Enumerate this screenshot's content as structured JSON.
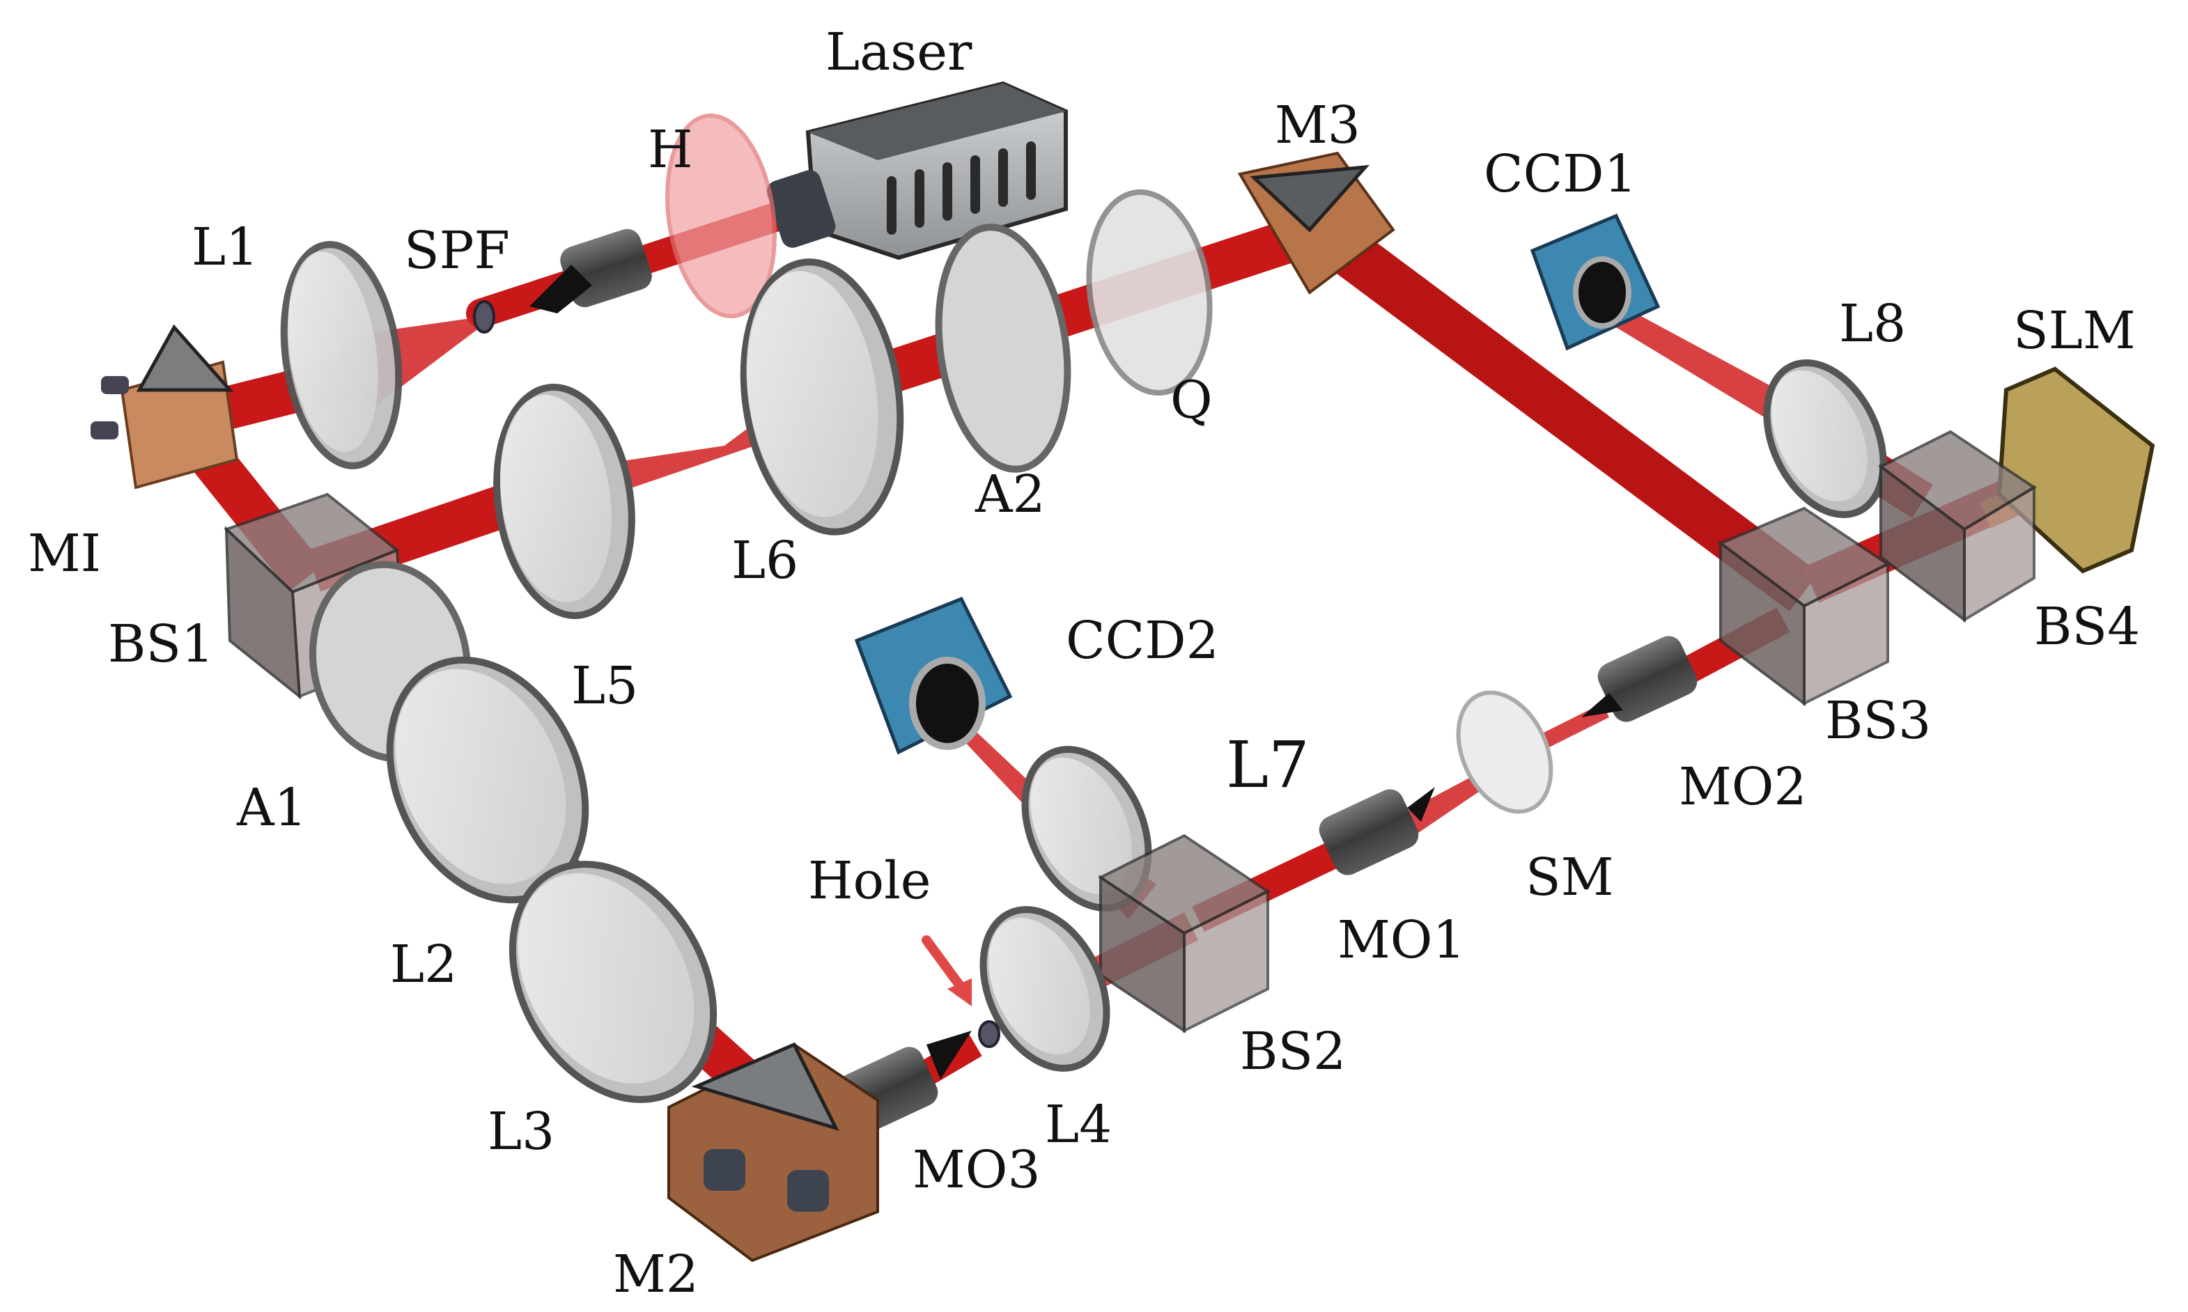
{
  "labels": {
    "laser": "Laser",
    "h": "H",
    "spf": "SPF",
    "l1": "L1",
    "mi": "MI",
    "m3": "M3",
    "ccd1": "CCD1",
    "l8": "L8",
    "slm": "SLM",
    "q": "Q",
    "a2": "A2",
    "l6": "L6",
    "bs1": "BS1",
    "l5": "L5",
    "a1": "A1",
    "ccd2": "CCD2",
    "l7": "L7",
    "bs4": "BS4",
    "bs3": "BS3",
    "mo2": "MO2",
    "sm": "SM",
    "mo1": "MO1",
    "hole": "Hole",
    "l2": "L2",
    "bs2": "BS2",
    "l4": "L4",
    "l3": "L3",
    "mo3": "MO3",
    "m2": "M2"
  },
  "colors": {
    "beam": "#c81818",
    "beam_soft": "#e05050",
    "lens_face": "#e6e6e6",
    "lens_rim": "#6b6b6b",
    "mirror_body": "#b8754a",
    "ccd_body": "#3c88b0",
    "slm_body": "#b9a15a",
    "laser_body": "#b9bcbf",
    "cube_glass": "#9a8f8f",
    "arrow": "#e04848"
  },
  "icons": [
    "laser-icon",
    "half-wave-plate-icon",
    "spatial-filter-icon",
    "lens-icon",
    "mirror-icon",
    "beam-splitter-icon",
    "ccd-camera-icon",
    "slm-icon",
    "microscope-objective-icon",
    "pinhole-icon",
    "arrow-icon"
  ]
}
